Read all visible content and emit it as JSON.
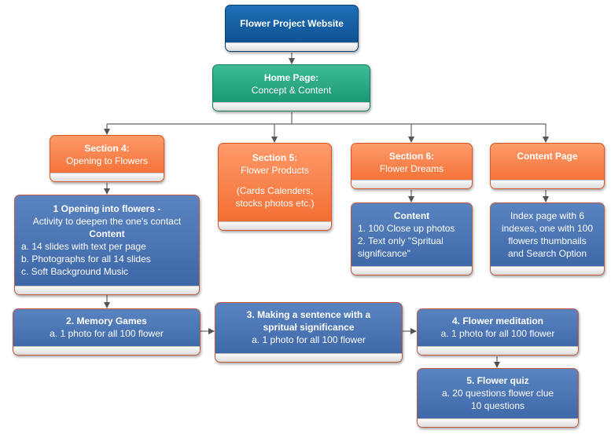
{
  "diagram": {
    "root": {
      "title": "Flower Project Website"
    },
    "home": {
      "title": "Home Page:",
      "subtitle": "Concept & Content"
    },
    "section4": {
      "title": "Section 4:",
      "subtitle": "Opening to Flowers"
    },
    "section5": {
      "title": "Section 5:",
      "subtitle": "Flower Products",
      "line1": "(Cards Calenders,",
      "line2": "stocks photos etc.)"
    },
    "section6": {
      "title": "Section 6:",
      "subtitle": "Flower Dreams"
    },
    "content_page": {
      "title": "Content Page"
    },
    "opening": {
      "title": "1 Opening into flowers -",
      "desc": "Activity to deepen the one's contact",
      "content_label": "Content",
      "items": [
        "a. 14 slides with text per page",
        "b. Photographs for all 14 slides",
        "c. Soft Background Music"
      ]
    },
    "s6_content": {
      "title": "Content",
      "items": [
        "1. 100 Close up photos",
        "2. Text only \"Spritual",
        "significance\""
      ]
    },
    "index_page": {
      "lines": [
        "Index page with 6",
        "indexes, one with 100",
        "flowers thumbnails",
        "and Search Option"
      ]
    },
    "memory": {
      "title": "2. Memory Games",
      "desc": "a. 1 photo for all 100 flower"
    },
    "sentence": {
      "title1": "3. Making a sentence with a",
      "title2": "sprituał significance",
      "desc": "a. 1 photo for all 100 flower"
    },
    "meditation": {
      "title": "4. Flower meditation",
      "desc": "a. 1 photo for all 100 flower"
    },
    "quiz": {
      "title": "5. Flower quiz",
      "desc1": "a. 20 questions flower clue",
      "desc2": "10 questions"
    }
  }
}
